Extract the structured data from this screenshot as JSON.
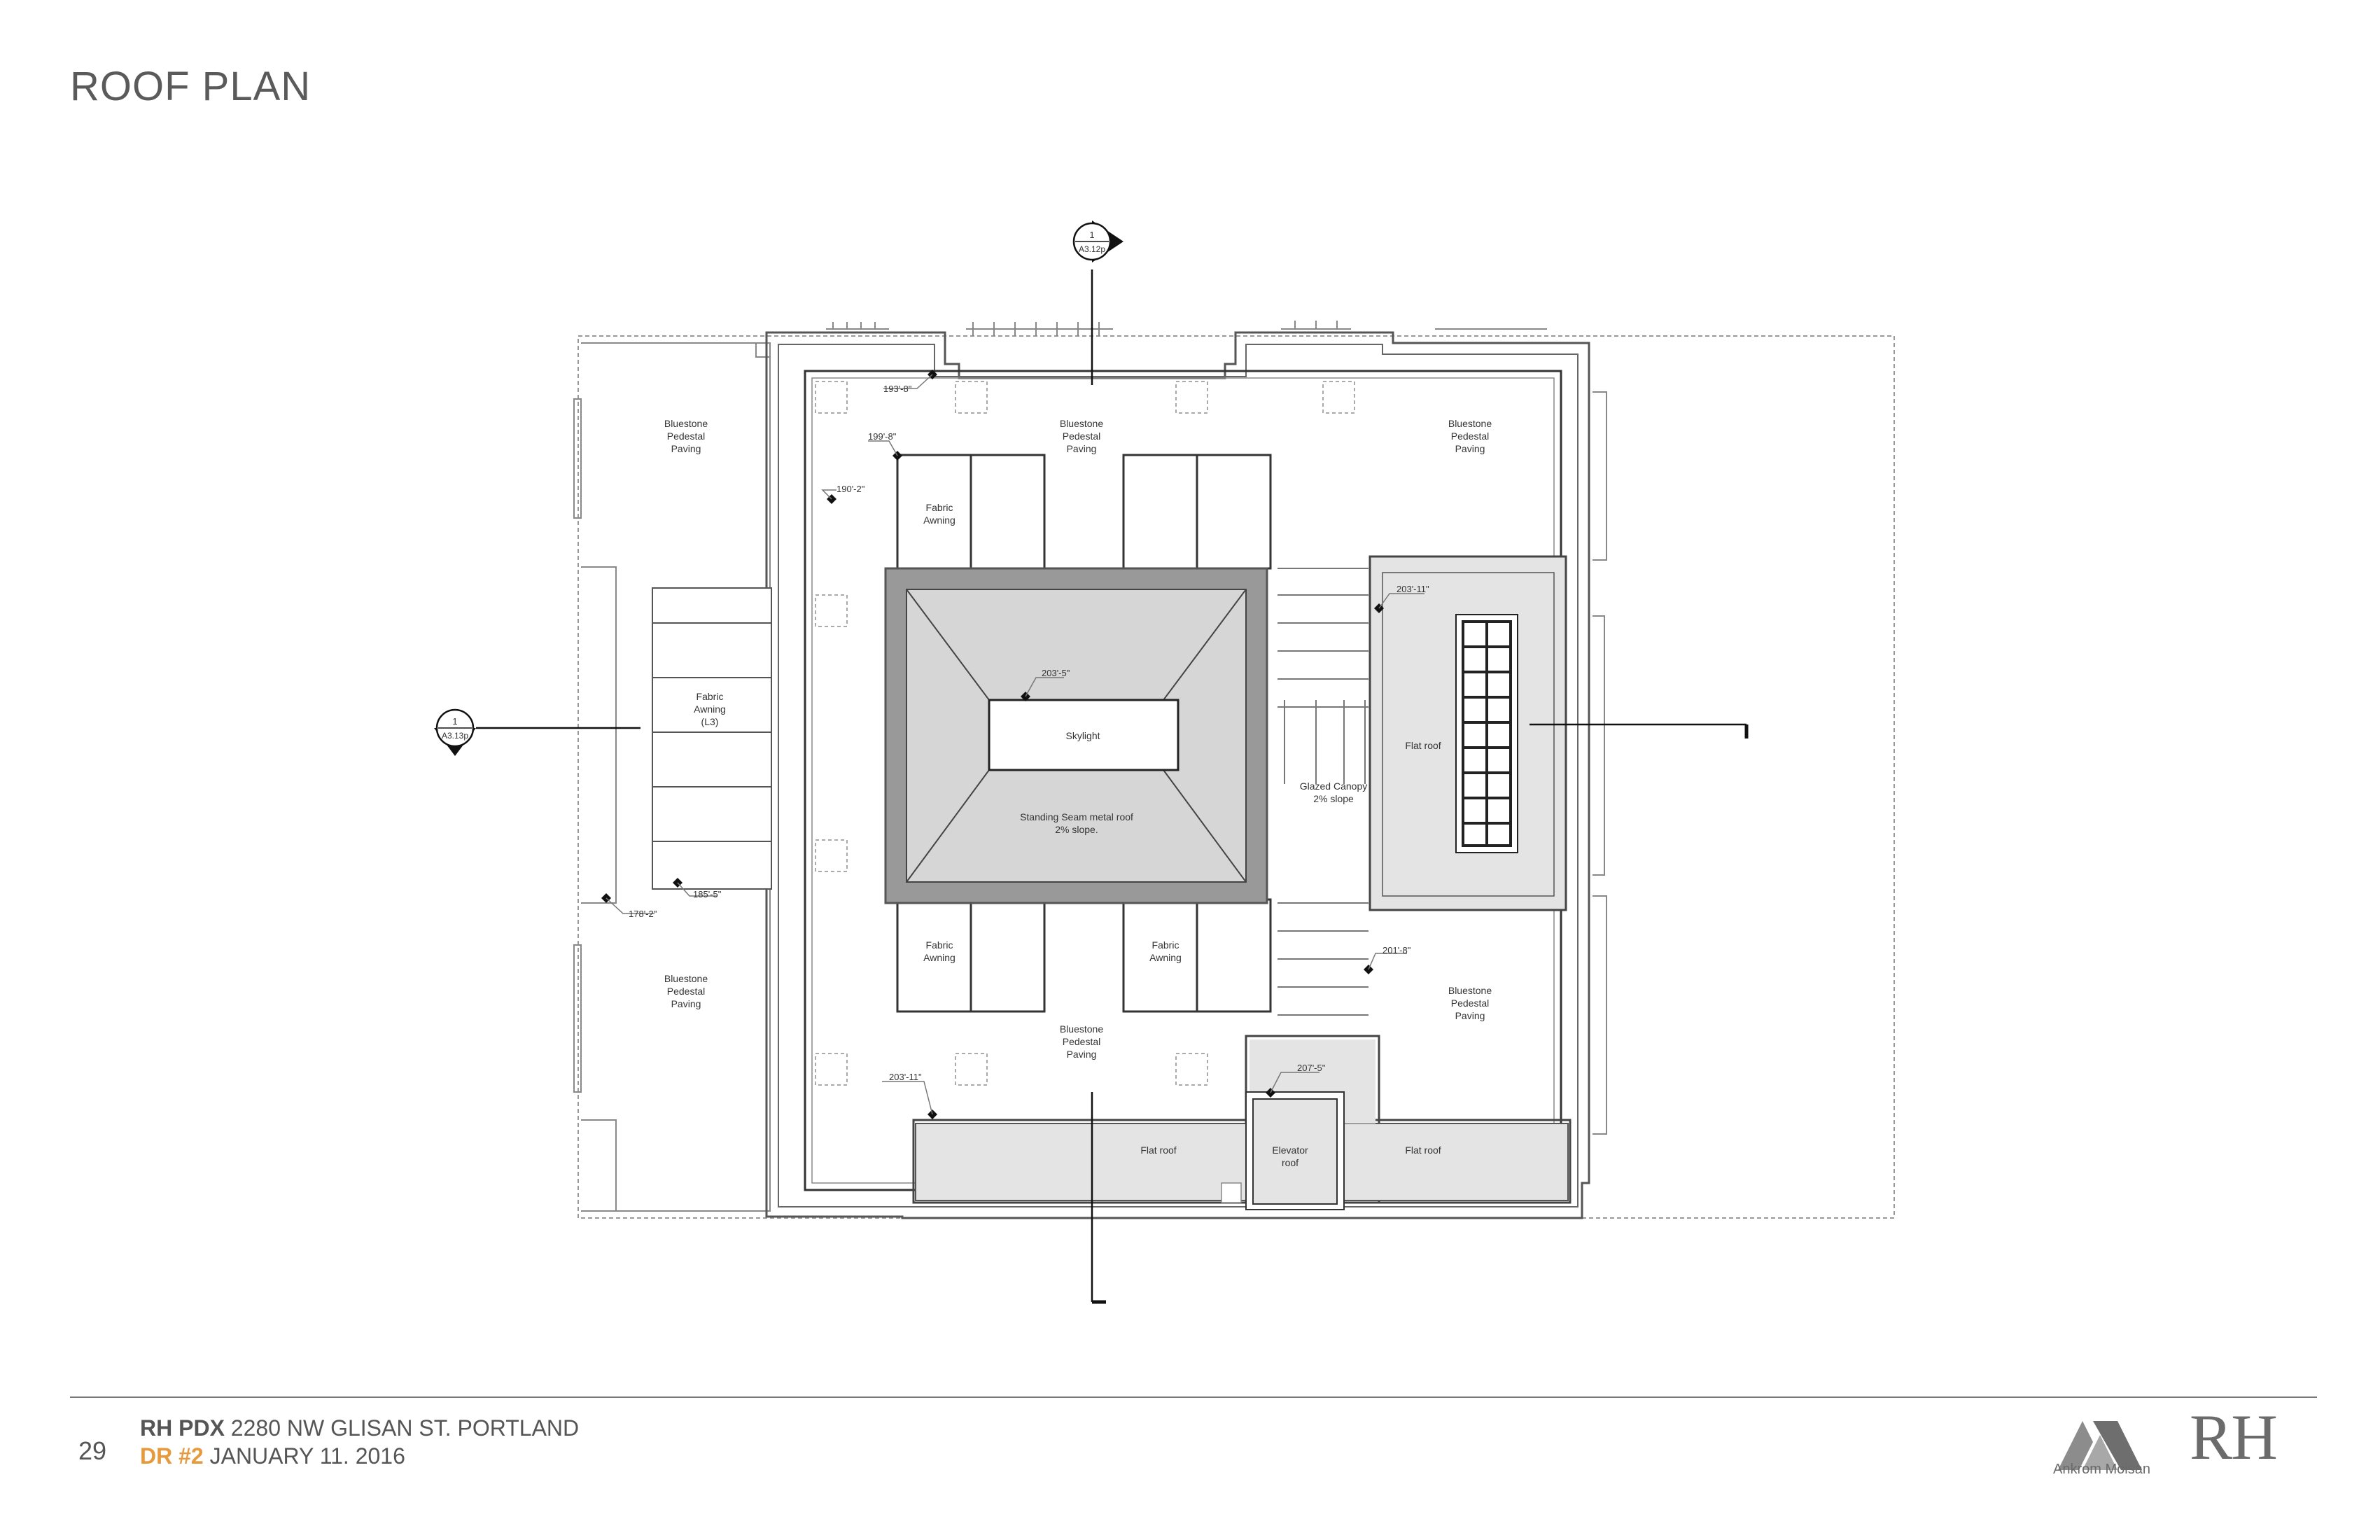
{
  "page": {
    "title": "ROOF PLAN",
    "page_number": "29",
    "project_bold": "RH PDX",
    "project_address": "2280 NW GLISAN ST.  PORTLAND",
    "dr_bold": "DR #2",
    "dr_date": "JANUARY 11. 2016",
    "logo_company": "Ankrom Moisan",
    "logo_client": "RH"
  },
  "plan": {
    "section_marks": [
      {
        "num": "1",
        "sheet": "A3.12p"
      },
      {
        "num": "1",
        "sheet": "A3.13p"
      }
    ],
    "labels": {
      "paving_line1": "Bluestone",
      "paving_line2": "Pedestal",
      "paving_line3": "Paving",
      "awning_line1": "Fabric",
      "awning_line2": "Awning",
      "awning_l3": "(L3)",
      "skylight": "Skylight",
      "seam_line1": "Standing Seam metal roof",
      "seam_line2": "2% slope.",
      "canopy_line1": "Glazed Canopy",
      "canopy_line2": "2% slope",
      "flat_roof": "Flat roof",
      "elevator_line1": "Elevator",
      "elevator_line2": "roof"
    },
    "elevations": [
      "193'-8\"",
      "199'-8\"",
      "190'-2\"",
      "203'-5\"",
      "203'-11\"",
      "185'-5\"",
      "178'-2\"",
      "201'-8\"",
      "207'-5\"",
      "203'-11\""
    ]
  }
}
